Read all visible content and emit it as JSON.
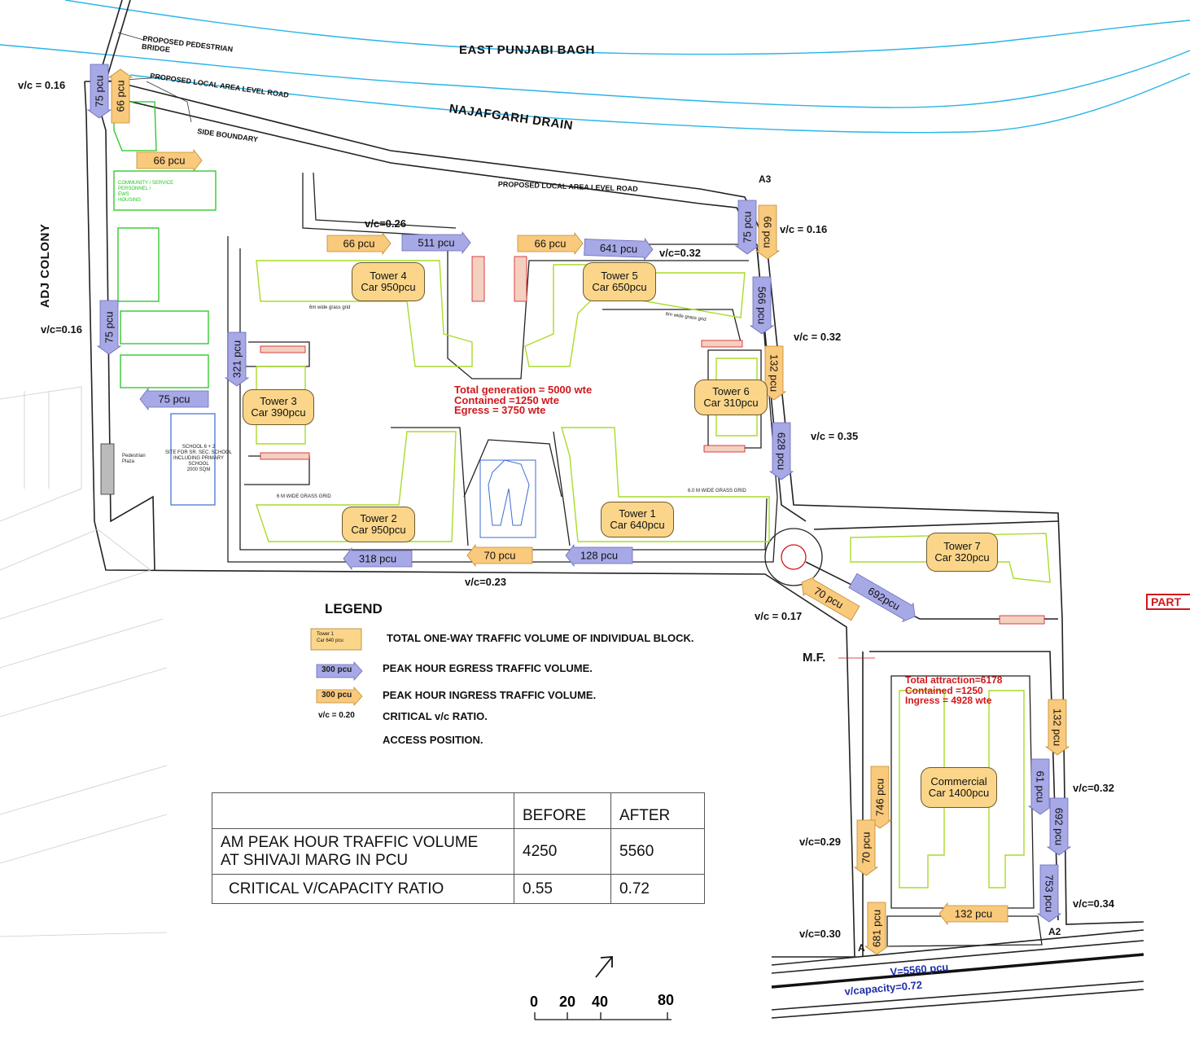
{
  "labels": {
    "east_punjabi_bagh": "EAST PUNJABI BAGH",
    "najafgarh_drain": "NAJAFGARH DRAIN",
    "adj_colony": "ADJ COLONY",
    "pedestrian_bridge": "PROPOSED PEDESTRIAN\nBRIDGE",
    "local_road_top": "PROPOSED LOCAL AREA LEVEL ROAD",
    "local_road_mid": "PROPOSED LOCAL AREA LEVEL ROAD",
    "side_boundary": "SIDE BOUNDARY",
    "a3": "A3",
    "a2": "A2",
    "a": "A",
    "mf": "M.F.",
    "part": "PART",
    "school": "SCHOOL 6 + 2\nSITE FOR SR. SEC. SCHOOL\nINCLUDING PRIMARY\nSCHOOL\n2000 SQM",
    "pedestrian_plaza": "Pedestrian\nPlaza",
    "grass_grid_1": "6 M WIDE GRASS GRID",
    "grass_grid_2": "6.0 M WIDE GRASS GRID",
    "grass_grid_3": "6m wide grass grid",
    "grass_grid_4": "6m wide grass grid",
    "community_block": "COMMUNITY / SERVICE\nPERSONNEL /\nEWS\nHOUSING"
  },
  "towers": [
    {
      "name": "Tower 4",
      "car": "Car 950pcu"
    },
    {
      "name": "Tower 5",
      "car": "Car 650pcu"
    },
    {
      "name": "Tower 3",
      "car": "Car 390pcu"
    },
    {
      "name": "Tower 6",
      "car": "Car 310pcu"
    },
    {
      "name": "Tower 2",
      "car": "Car 950pcu"
    },
    {
      "name": "Tower 1",
      "car": "Car 640pcu"
    },
    {
      "name": "Tower 7",
      "car": "Car 320pcu"
    },
    {
      "name": "Commercial",
      "car": "Car 1400pcu"
    }
  ],
  "flows": {
    "f66_top": "66 pcu",
    "f75_top": "75 pcu",
    "f66_block": "66 pcu",
    "f75_left": "75 pcu",
    "f75_school": "75 pcu",
    "f66_a": "66 pcu",
    "f511": "511 pcu",
    "f66_b": "66 pcu",
    "f641": "641 pcu",
    "f75_a3": "75 pcu",
    "f66_a3": "66 pcu",
    "f566": "566 pcu",
    "f132_t6": "132 pcu",
    "f628": "628 pcu",
    "f321": "321 pcu",
    "f318": "318 pcu",
    "f70": "70 pcu",
    "f128": "128 pcu",
    "f692": "692pcu",
    "f70_r": "70 pcu",
    "f132_r": "132 pcu",
    "f61": "61 pcu",
    "f692_r": "692 pcu",
    "f753": "753 pcu",
    "f746": "746 pcu",
    "f70_l": "70 pcu",
    "f681": "681 pcu",
    "f132_b": "132 pcu"
  },
  "vc": {
    "top_left": "v/c = 0.16",
    "left_mid": "v/c=0.16",
    "top_026": "v/c=0.26",
    "top_032": "v/c=0.32",
    "a3": "v/c = 0.16",
    "r032": "v/c = 0.32",
    "r035": "v/c = 0.35",
    "bot023": "v/c=0.23",
    "r017": "v/c = 0.17",
    "c029": "v/c=0.29",
    "c030": "v/c=0.30",
    "rc032": "v/c=0.32",
    "rc034": "v/c=0.34"
  },
  "generation": {
    "line1": "Total generation = 5000 wte",
    "line2": "Contained =1250 wte",
    "line3": "Egress = 3750 wte"
  },
  "attraction": {
    "line1": "Total attraction=6178",
    "line2": "Contained =1250",
    "line3": "Ingress = 4928 wte"
  },
  "road": {
    "volume": "V=5560 pcu",
    "capacity": "v/capacity=0.72"
  },
  "legend": {
    "title": "LEGEND",
    "sample_tower": "Tower 1\nCar 640 pcu",
    "sample_egress": "300 pcu",
    "sample_ingress": "300 pcu",
    "sample_vc": "v/c = 0.20",
    "items": [
      "TOTAL ONE-WAY TRAFFIC VOLUME OF INDIVIDUAL BLOCK.",
      "PEAK HOUR EGRESS TRAFFIC VOLUME.",
      "PEAK HOUR INGRESS TRAFFIC VOLUME.",
      "CRITICAL v/c RATIO.",
      "ACCESS POSITION."
    ]
  },
  "table": {
    "col_before": "BEFORE",
    "col_after": "AFTER",
    "rows": [
      {
        "label": "AM PEAK HOUR TRAFFIC VOLUME\nAT SHIVAJI MARG IN PCU",
        "before": "4250",
        "after": "5560"
      },
      {
        "label": "CRITICAL V/CAPACITY RATIO",
        "before": "0.55",
        "after": "0.72"
      }
    ]
  },
  "scale": {
    "ticks": [
      "0",
      "20",
      "40",
      "80"
    ]
  },
  "colors": {
    "egress": "#a7a8e6",
    "ingress": "#f9c97c",
    "tower_fill": "#fbd68a",
    "drain": "#28b4e8",
    "building": "#a9dc2a",
    "green_block": "#22c61e",
    "red_text": "#d0181c"
  }
}
